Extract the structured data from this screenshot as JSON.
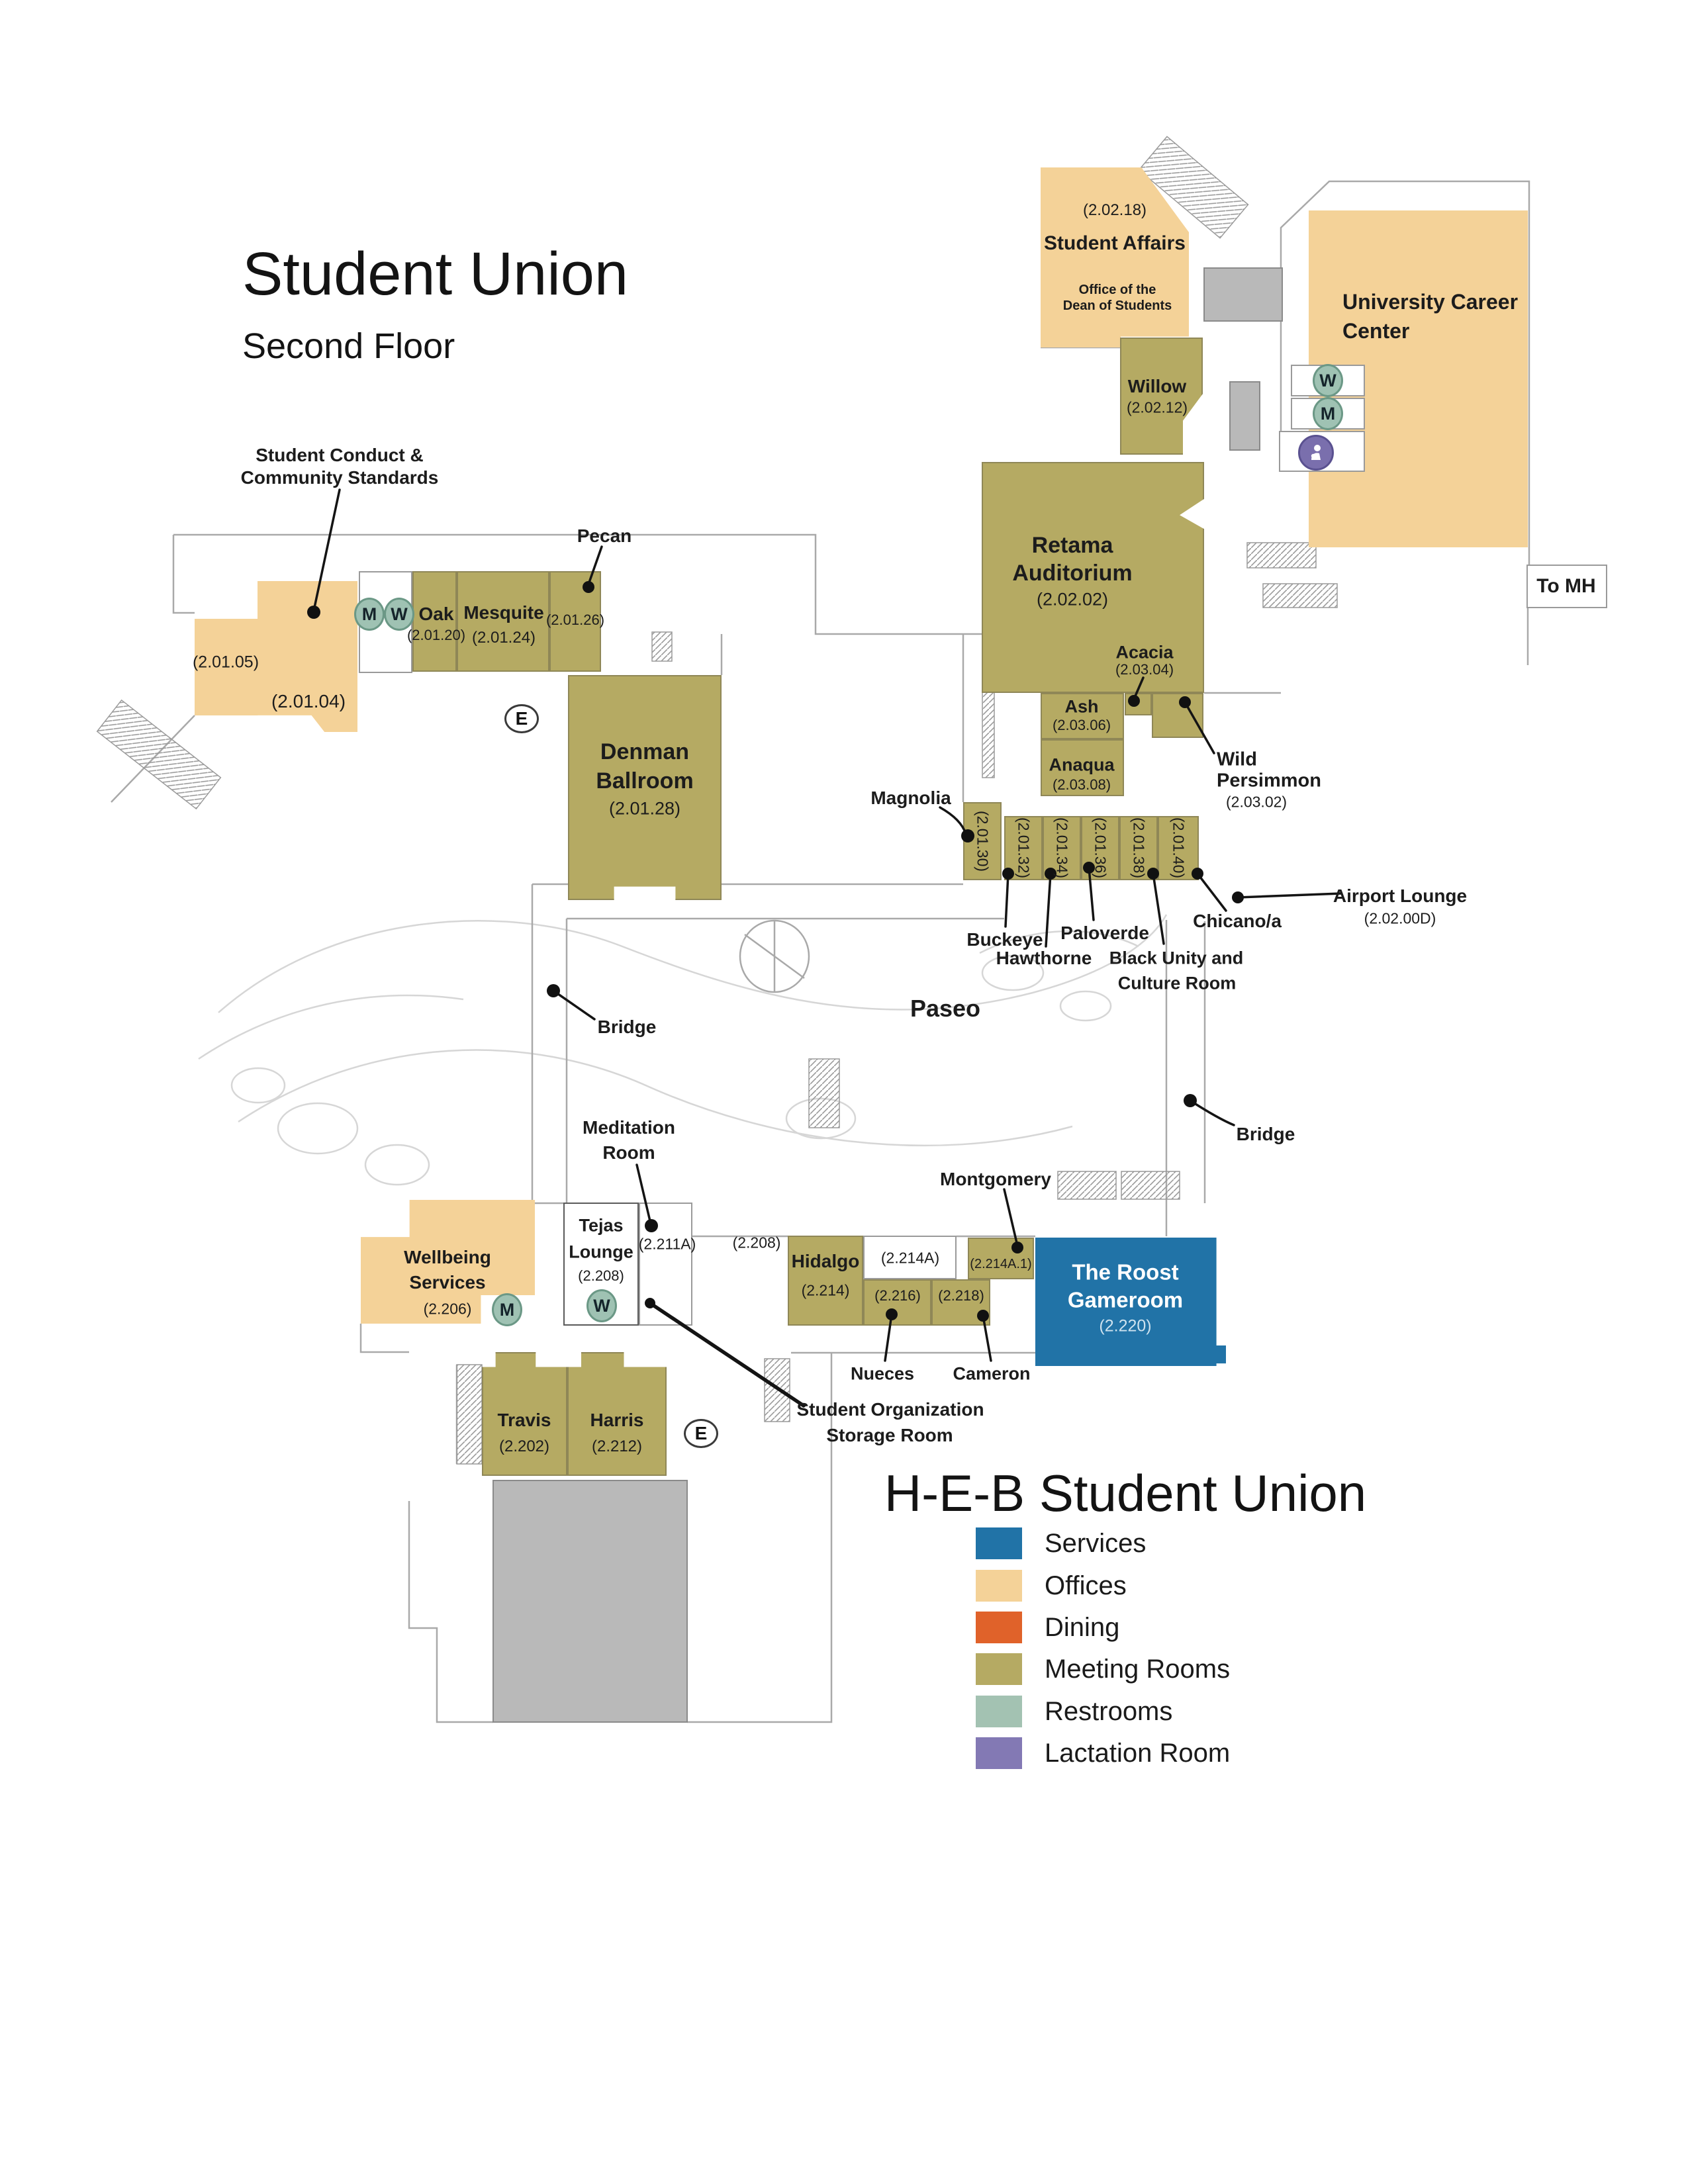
{
  "titles": {
    "main": "Student Union",
    "sub": "Second Floor",
    "footer": "H-E-B Student Union"
  },
  "labels": {
    "conduct_line1": "Student Conduct &",
    "conduct_line2": "Community Standards",
    "code_2_01_05": "(2.01.05)",
    "code_2_01_04": "(2.01.04)",
    "oak_name": "Oak",
    "oak_code": "(2.01.20)",
    "mesquite_name": "Mesquite",
    "mesquite_code": "(2.01.24)",
    "pecan_name": "Pecan",
    "pecan_code": "(2.01.26)",
    "denman_line1": "Denman",
    "denman_line2": "Ballroom",
    "denman_code": "(2.01.28)",
    "retama_line1": "Retama",
    "retama_line2": "Auditorium",
    "retama_code": "(2.02.02)",
    "sa_code": "(2.02.18)",
    "sa_name": "Student Affairs",
    "sa_office1": "Office of the",
    "sa_office2": "Dean of Students",
    "willow_name": "Willow",
    "willow_code": "(2.02.12)",
    "career_line1": "University Career",
    "career_line2": "Center",
    "to_mh": "To MH",
    "acacia_name": "Acacia",
    "acacia_code": "(2.03.04)",
    "ash_name": "Ash",
    "ash_code": "(2.03.06)",
    "anaqua_name": "Anaqua",
    "anaqua_code": "(2.03.08)",
    "wild_line1": "Wild",
    "wild_line2": "Persimmon",
    "wild_code": "(2.03.02)",
    "magnolia_name": "Magnolia",
    "code_2_01_30": "(2.01.30)",
    "code_2_01_32": "(2.01.32)",
    "code_2_01_34": "(2.01.34)",
    "code_2_01_36": "(2.01.36)",
    "code_2_01_38": "(2.01.38)",
    "code_2_01_40": "(2.01.40)",
    "buckeye": "Buckeye",
    "hawthorne": "Hawthorne",
    "paloverde": "Paloverde",
    "chicano": "Chicano/a",
    "black_unity1": "Black Unity and",
    "black_unity2": "Culture Room",
    "airport_name": "Airport Lounge",
    "airport_code": "(2.02.00D)",
    "paseo": "Paseo",
    "bridge_left": "Bridge",
    "bridge_right": "Bridge",
    "meditation1": "Meditation",
    "meditation2": "Room",
    "tejas1": "Tejas",
    "tejas2": "Lounge",
    "tejas_code": "(2.208)",
    "code_2_211A": "(2.211A)",
    "corridor_code": "(2.208)",
    "wellbeing1": "Wellbeing",
    "wellbeing2": "Services",
    "wellbeing_code": "(2.206)",
    "hidalgo_name": "Hidalgo",
    "hidalgo_code": "(2.214)",
    "code_2_214A": "(2.214A)",
    "code_2_214A_1": "(2.214A.1)",
    "montgomery": "Montgomery",
    "roost1": "The Roost",
    "roost2": "Gameroom",
    "roost_code": "(2.220)",
    "code_2_216": "(2.216)",
    "code_2_218": "(2.218)",
    "nueces": "Nueces",
    "cameron": "Cameron",
    "travis_name": "Travis",
    "travis_code": "(2.202)",
    "harris_name": "Harris",
    "harris_code": "(2.212)",
    "storage1": "Student Organization",
    "storage2": "Storage Room"
  },
  "icons": {
    "women": "W",
    "men": "M",
    "elevator": "E"
  },
  "legend": {
    "items": [
      {
        "label": "Services",
        "color": "#2173a7"
      },
      {
        "label": "Offices",
        "color": "#f4d298"
      },
      {
        "label": "Dining",
        "color": "#e0622a"
      },
      {
        "label": "Meeting Rooms",
        "color": "#b5aa63"
      },
      {
        "label": "Restrooms",
        "color": "#a3c2b2"
      },
      {
        "label": "Lactation Room",
        "color": "#8379b4"
      }
    ]
  },
  "colors": {
    "offices": "#f4d298",
    "meeting_rooms": "#b5aa63",
    "services": "#2173a7",
    "dining": "#e0622a",
    "restrooms": "#a3c2b2",
    "lactation": "#8379b4",
    "outline": "#a9a9a9",
    "core_gray": "#b9b9b9"
  }
}
